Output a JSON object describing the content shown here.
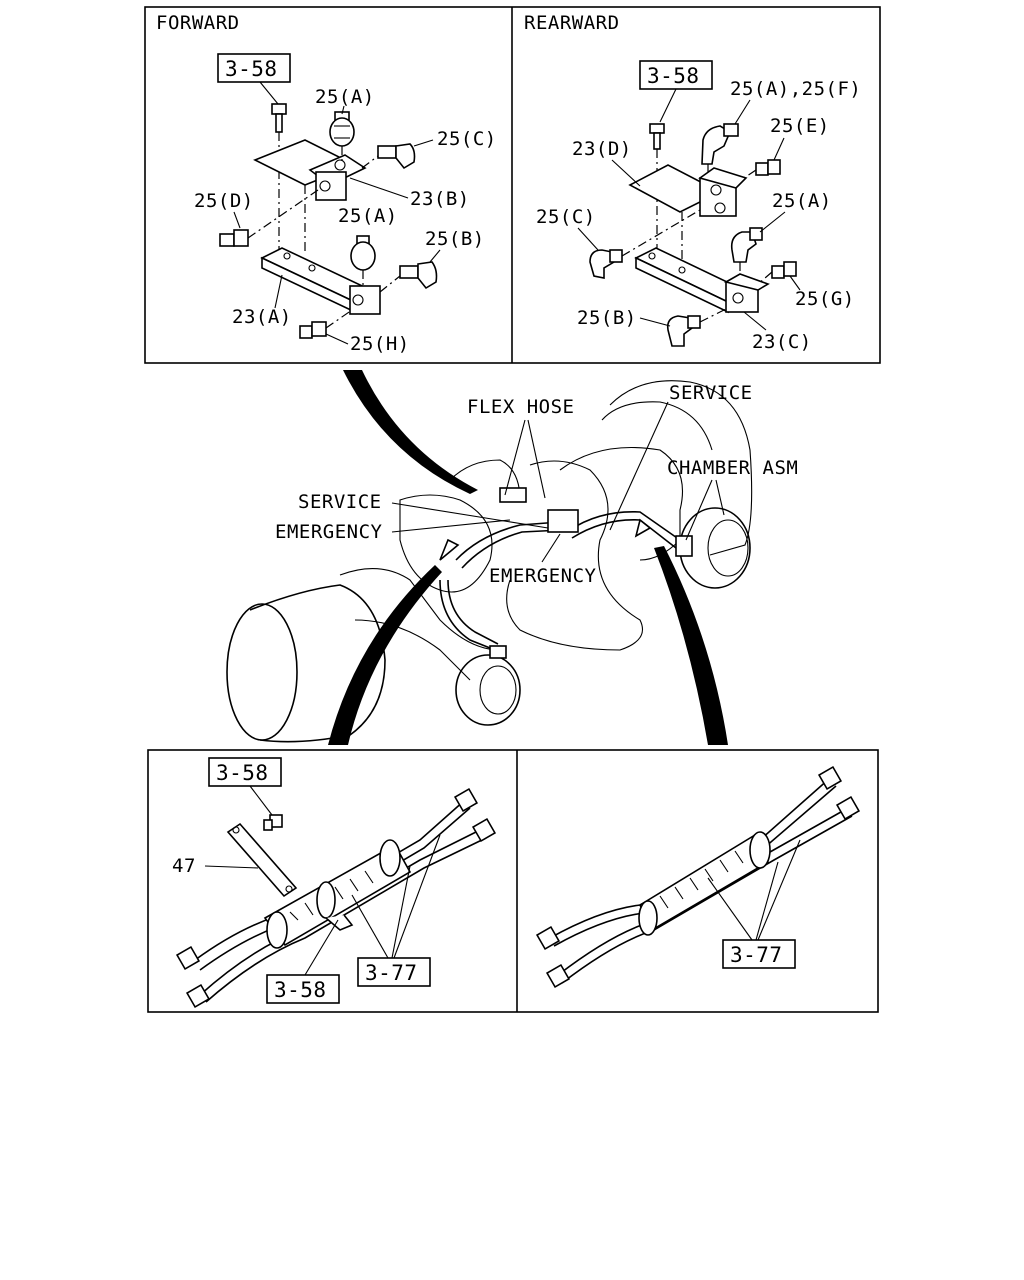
{
  "panels": {
    "forward": {
      "title": "FORWARD",
      "ref_box": "3-58",
      "labels": {
        "a_top": "25(A)",
        "c": "25(C)",
        "b_block": "23(B)",
        "d": "25(D)",
        "a_mid": "25(A)",
        "b_fit": "25(B)",
        "a_plate": "23(A)",
        "h": "25(H)"
      }
    },
    "rearward": {
      "title": "REARWARD",
      "ref_box": "3-58",
      "labels": {
        "af": "25(A),25(F)",
        "e": "25(E)",
        "d_plate": "23(D)",
        "a": "25(A)",
        "c": "25(C)",
        "g": "25(G)",
        "b": "25(B)",
        "c_block": "23(C)"
      }
    }
  },
  "overview": {
    "flex_hose": "FLEX HOSE",
    "service_top": "SERVICE",
    "chamber": "CHAMBER ASM",
    "service_left": "SERVICE",
    "emergency_left": "EMERGENCY",
    "emergency_mid": "EMERGENCY"
  },
  "hose_left": {
    "ref_top": "3-58",
    "part_47": "47",
    "ref_bottom": "3-58",
    "ref_hose": "3-77"
  },
  "hose_right": {
    "ref_hose": "3-77"
  }
}
